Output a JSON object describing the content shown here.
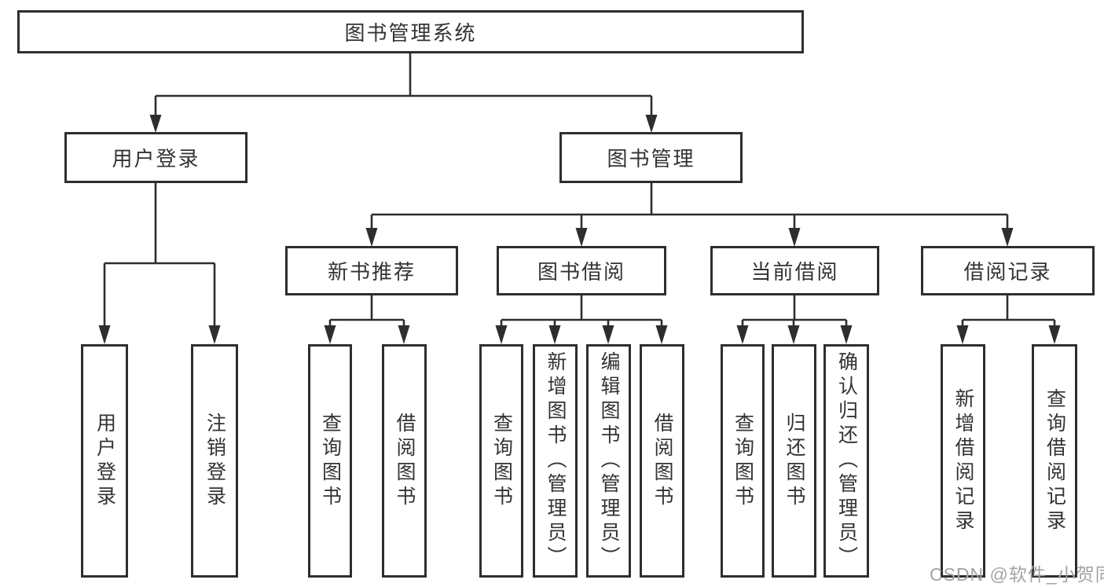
{
  "tree": {
    "label": "图书管理系统",
    "children": [
      {
        "label": "用户登录",
        "children": [
          {
            "label": "用户登录"
          },
          {
            "label": "注销登录"
          }
        ]
      },
      {
        "label": "图书管理",
        "children": [
          {
            "label": "新书推荐",
            "children": [
              {
                "label": "查询图书"
              },
              {
                "label": "借阅图书"
              }
            ]
          },
          {
            "label": "图书借阅",
            "children": [
              {
                "label": "查询图书"
              },
              {
                "label": "新增图书（管理员）"
              },
              {
                "label": "编辑图书（管理员）"
              },
              {
                "label": "借阅图书"
              }
            ]
          },
          {
            "label": "当前借阅",
            "children": [
              {
                "label": "查询图书"
              },
              {
                "label": "归还图书"
              },
              {
                "label": "确认归还（管理员）"
              }
            ]
          },
          {
            "label": "借阅记录",
            "children": [
              {
                "label": "新增借阅记录"
              },
              {
                "label": "查询借阅记录"
              }
            ]
          }
        ]
      }
    ]
  },
  "watermark": "CSDN @软件_小贺同学",
  "colors": {
    "line": "#2e2e2e",
    "box_border": "#2e2e2e",
    "text": "#333333",
    "watermark": "#a3a3a3",
    "background": "#ffffff"
  }
}
